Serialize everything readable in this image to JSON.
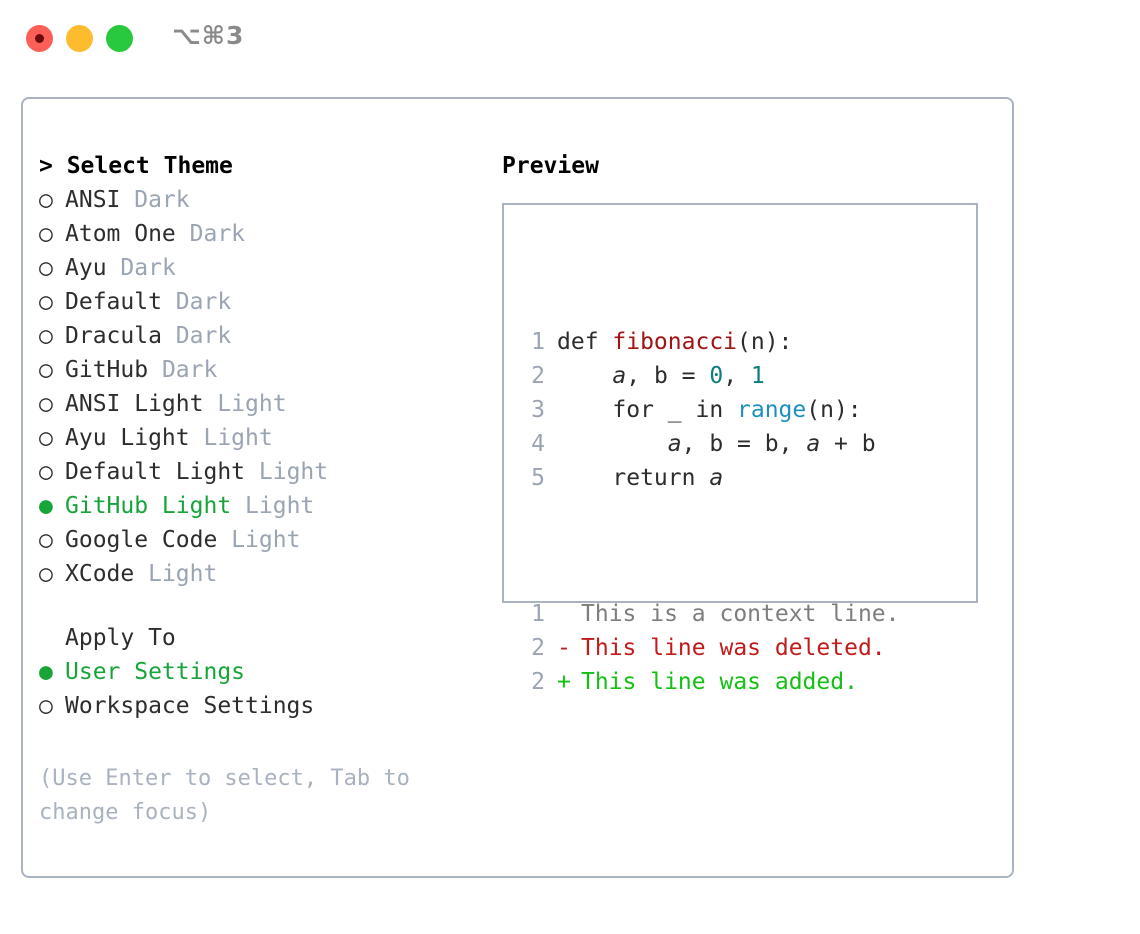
{
  "titlebar": {
    "shortcut": "⌥⌘3",
    "lights": [
      "close-red",
      "minimize-yellow",
      "maximize-green"
    ]
  },
  "theme_panel": {
    "header": "> Select Theme",
    "marker_unselected": "○",
    "marker_selected": "●",
    "items": [
      {
        "name": "ANSI",
        "tag": "Dark",
        "selected": false
      },
      {
        "name": "Atom One",
        "tag": "Dark",
        "selected": false
      },
      {
        "name": "Ayu",
        "tag": "Dark",
        "selected": false
      },
      {
        "name": "Default",
        "tag": "Dark",
        "selected": false
      },
      {
        "name": "Dracula",
        "tag": "Dark",
        "selected": false
      },
      {
        "name": "GitHub",
        "tag": "Dark",
        "selected": false
      },
      {
        "name": "ANSI Light",
        "tag": "Light",
        "selected": false
      },
      {
        "name": "Ayu Light",
        "tag": "Light",
        "selected": false
      },
      {
        "name": "Default Light",
        "tag": "Light",
        "selected": false
      },
      {
        "name": "GitHub Light",
        "tag": "Light",
        "selected": true
      },
      {
        "name": "Google Code",
        "tag": "Light",
        "selected": false
      },
      {
        "name": "XCode",
        "tag": "Light",
        "selected": false
      }
    ]
  },
  "apply_to": {
    "header": "Apply To",
    "options": [
      {
        "label": "User Settings",
        "selected": true
      },
      {
        "label": "Workspace Settings",
        "selected": false
      }
    ]
  },
  "hint": "(Use Enter to select, Tab to change focus)",
  "preview": {
    "title": "Preview",
    "code_lines": [
      {
        "number": "1",
        "tokens": [
          {
            "text": "def ",
            "cls": "kw"
          },
          {
            "text": "fibonacci",
            "cls": "fn"
          },
          {
            "text": "(n):",
            "cls": "pl"
          }
        ]
      },
      {
        "number": "2",
        "tokens": [
          {
            "text": "    ",
            "cls": "pl"
          },
          {
            "text": "a",
            "cls": "var"
          },
          {
            "text": ", ",
            "cls": "pl"
          },
          {
            "text": "b",
            "cls": "kw"
          },
          {
            "text": " = ",
            "cls": "pl"
          },
          {
            "text": "0",
            "cls": "num"
          },
          {
            "text": ", ",
            "cls": "pl"
          },
          {
            "text": "1",
            "cls": "num"
          }
        ]
      },
      {
        "number": "3",
        "tokens": [
          {
            "text": "    for _ in ",
            "cls": "kw"
          },
          {
            "text": "range",
            "cls": "bi"
          },
          {
            "text": "(n):",
            "cls": "pl"
          }
        ]
      },
      {
        "number": "4",
        "tokens": [
          {
            "text": "        ",
            "cls": "pl"
          },
          {
            "text": "a",
            "cls": "var"
          },
          {
            "text": ", ",
            "cls": "pl"
          },
          {
            "text": "b",
            "cls": "kw"
          },
          {
            "text": " = ",
            "cls": "pl"
          },
          {
            "text": "b",
            "cls": "kw"
          },
          {
            "text": ", ",
            "cls": "pl"
          },
          {
            "text": "a",
            "cls": "var"
          },
          {
            "text": " + ",
            "cls": "pl"
          },
          {
            "text": "b",
            "cls": "kw"
          }
        ]
      },
      {
        "number": "5",
        "tokens": [
          {
            "text": "    return ",
            "cls": "kw"
          },
          {
            "text": "a",
            "cls": "var"
          }
        ]
      }
    ],
    "diff_lines": [
      {
        "number": "1",
        "marker": " ",
        "text": "This is a context line.",
        "kind": "d-ctx"
      },
      {
        "number": "2",
        "marker": "-",
        "text": "This line was deleted.",
        "kind": "d-del"
      },
      {
        "number": "2",
        "marker": "+",
        "text": "This line was added.",
        "kind": "d-add"
      }
    ]
  },
  "colors": {
    "accent_green": "#17a53a",
    "border": "#aab3c2",
    "muted": "#9aa4b3",
    "hint": "#a9b2c0",
    "fn_red": "#a11414",
    "num_teal": "#0a7d80",
    "builtin_blue": "#1f8fc0",
    "diff_add": "#14c014",
    "diff_del": "#c11b1b",
    "light_red": "#fc5f57",
    "light_yellow": "#fdbc2e",
    "light_green": "#28c93f"
  }
}
